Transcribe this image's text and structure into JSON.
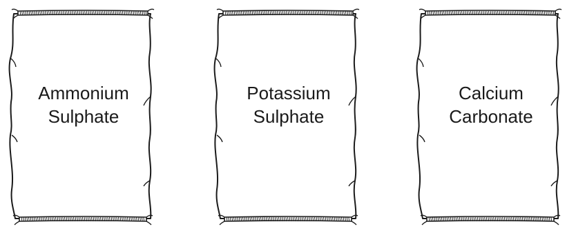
{
  "sacks": [
    {
      "line1": "Ammonium",
      "line2": "Sulphate"
    },
    {
      "line1": "Potassium",
      "line2": "Sulphate"
    },
    {
      "line1": "Calcium",
      "line2": "Carbonate"
    }
  ],
  "colors": {
    "stroke": "#1a1a1a",
    "fill": "#ffffff"
  }
}
